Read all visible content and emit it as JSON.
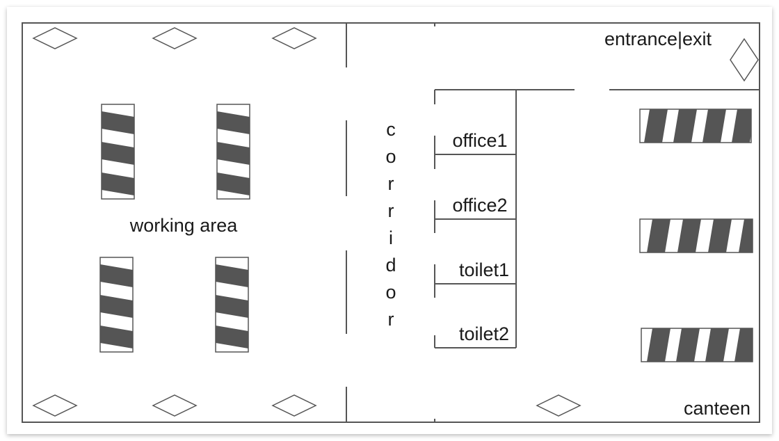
{
  "labels": {
    "working_area": "working area",
    "corridor": "corridor",
    "office1": "office1",
    "office2": "office2",
    "toilet1": "toilet1",
    "toilet2": "toilet2",
    "entrance": "entrance|exit",
    "canteen": "canteen"
  },
  "colors": {
    "line": "#555555",
    "stripe": "#555555",
    "text": "#1a1a1a"
  },
  "icons": {
    "diamond": "diamond-icon",
    "desk": "striped-desk-icon",
    "table": "striped-table-icon"
  }
}
